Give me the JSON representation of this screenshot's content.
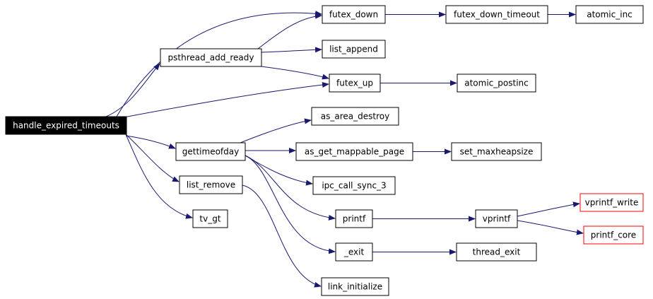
{
  "colors": {
    "edge": "#191970",
    "node_border": "#000000",
    "node_fill": "#ffffff",
    "root_fill": "#000000",
    "root_text": "#ffffff",
    "truncated_border": "#ff0000"
  },
  "nodes": [
    {
      "id": "handle_expired_timeouts",
      "label": "handle_expired_timeouts",
      "style": "root"
    },
    {
      "id": "futex_down",
      "label": "futex_down",
      "style": "normal"
    },
    {
      "id": "futex_down_timeout",
      "label": "futex_down_timeout",
      "style": "normal"
    },
    {
      "id": "atomic_inc",
      "label": "atomic_inc",
      "style": "normal"
    },
    {
      "id": "psthread_add_ready",
      "label": "psthread_add_ready",
      "style": "normal"
    },
    {
      "id": "list_append",
      "label": "list_append",
      "style": "normal"
    },
    {
      "id": "futex_up",
      "label": "futex_up",
      "style": "normal"
    },
    {
      "id": "atomic_postinc",
      "label": "atomic_postinc",
      "style": "normal"
    },
    {
      "id": "as_area_destroy",
      "label": "as_area_destroy",
      "style": "normal"
    },
    {
      "id": "gettimeofday",
      "label": "gettimeofday",
      "style": "normal"
    },
    {
      "id": "as_get_mappable_page",
      "label": "as_get_mappable_page",
      "style": "normal"
    },
    {
      "id": "set_maxheapsize",
      "label": "set_maxheapsize",
      "style": "normal"
    },
    {
      "id": "list_remove",
      "label": "list_remove",
      "style": "normal"
    },
    {
      "id": "ipc_call_sync_3",
      "label": "ipc_call_sync_3",
      "style": "normal"
    },
    {
      "id": "vprintf_write",
      "label": "vprintf_write",
      "style": "truncated"
    },
    {
      "id": "tv_gt",
      "label": "tv_gt",
      "style": "normal"
    },
    {
      "id": "printf",
      "label": "printf",
      "style": "normal"
    },
    {
      "id": "vprintf",
      "label": "vprintf",
      "style": "normal"
    },
    {
      "id": "printf_core",
      "label": "printf_core",
      "style": "truncated"
    },
    {
      "id": "exit",
      "label": "_exit",
      "style": "normal"
    },
    {
      "id": "thread_exit",
      "label": "thread_exit",
      "style": "normal"
    },
    {
      "id": "link_initialize",
      "label": "link_initialize",
      "style": "normal"
    }
  ],
  "edges": [
    {
      "from": "handle_expired_timeouts",
      "to": "futex_down"
    },
    {
      "from": "handle_expired_timeouts",
      "to": "psthread_add_ready"
    },
    {
      "from": "handle_expired_timeouts",
      "to": "futex_up"
    },
    {
      "from": "handle_expired_timeouts",
      "to": "gettimeofday"
    },
    {
      "from": "handle_expired_timeouts",
      "to": "list_remove"
    },
    {
      "from": "handle_expired_timeouts",
      "to": "tv_gt"
    },
    {
      "from": "futex_down",
      "to": "futex_down_timeout"
    },
    {
      "from": "futex_down_timeout",
      "to": "atomic_inc"
    },
    {
      "from": "psthread_add_ready",
      "to": "futex_down"
    },
    {
      "from": "psthread_add_ready",
      "to": "list_append"
    },
    {
      "from": "psthread_add_ready",
      "to": "futex_up"
    },
    {
      "from": "futex_up",
      "to": "atomic_postinc"
    },
    {
      "from": "gettimeofday",
      "to": "as_area_destroy"
    },
    {
      "from": "gettimeofday",
      "to": "as_get_mappable_page"
    },
    {
      "from": "gettimeofday",
      "to": "ipc_call_sync_3"
    },
    {
      "from": "gettimeofday",
      "to": "printf"
    },
    {
      "from": "gettimeofday",
      "to": "exit"
    },
    {
      "from": "as_get_mappable_page",
      "to": "set_maxheapsize"
    },
    {
      "from": "printf",
      "to": "vprintf"
    },
    {
      "from": "vprintf",
      "to": "vprintf_write"
    },
    {
      "from": "vprintf",
      "to": "printf_core"
    },
    {
      "from": "exit",
      "to": "thread_exit"
    },
    {
      "from": "list_remove",
      "to": "link_initialize"
    }
  ]
}
